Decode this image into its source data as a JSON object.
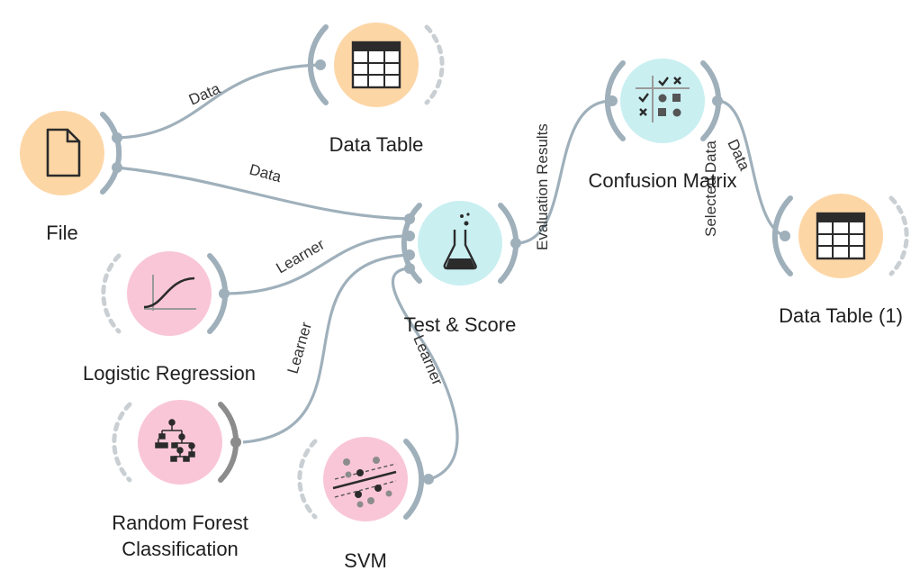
{
  "nodes": {
    "file": {
      "label": "File",
      "color": "#fdd6a6"
    },
    "data_table": {
      "label": "Data Table",
      "color": "#fdd6a6"
    },
    "data_table_1": {
      "label": "Data Table (1)",
      "color": "#fdd6a6"
    },
    "logistic_regression": {
      "label": "Logistic Regression",
      "color": "#f9c6d8"
    },
    "random_forest": {
      "label_line1": "Random Forest",
      "label_line2": "Classification",
      "color": "#f9c6d8"
    },
    "svm": {
      "label": "SVM",
      "color": "#f9c6d8"
    },
    "test_score": {
      "label": "Test & Score",
      "color": "#c9eff1"
    },
    "confusion_matrix": {
      "label": "Confusion Matrix",
      "color": "#c9eff1"
    }
  },
  "links": {
    "file_to_data_table": "Data",
    "file_to_test_score": "Data",
    "logreg_to_test_score": "Learner",
    "rf_to_test_score": "Learner",
    "svm_to_test_score": "Learner",
    "test_score_to_cm": "Evaluation Results",
    "cm_to_data_table_1_out": "Selected Data",
    "cm_to_data_table_1_in": "Data"
  },
  "icons": {
    "file": "document-icon",
    "data_table": "table-icon",
    "data_table_1": "table-icon",
    "logistic_regression": "sigmoid-curve-icon",
    "random_forest": "tree-icon",
    "svm": "scatter-separator-icon",
    "test_score": "flask-icon",
    "confusion_matrix": "matrix-icon"
  },
  "colors": {
    "link": "#9fb0bb",
    "accent_dark": "#2b2b2b"
  }
}
